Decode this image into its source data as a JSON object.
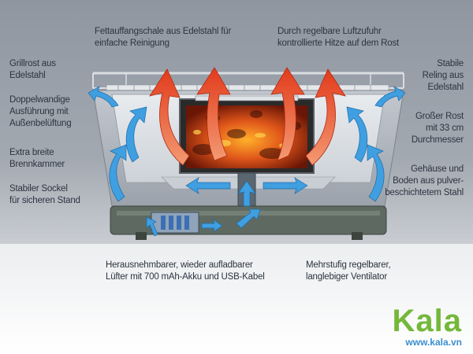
{
  "labels": {
    "grillrost": [
      "Grillrost aus",
      "Edelstahl"
    ],
    "doppelwandige": [
      "Doppelwandige",
      "Ausführung mit",
      "Außenbelüftung"
    ],
    "brennkammer": [
      "Extra breite",
      "Brennkammer"
    ],
    "sockel": [
      "Stabiler Sockel",
      "für sicheren Stand"
    ],
    "fettauffang": [
      "Fettauffangschale aus Edelstahl für",
      "einfache Reinigung"
    ],
    "luftzufuhr": [
      "Durch regelbare Luftzufuhr",
      "kontrollierte Hitze auf dem Rost"
    ],
    "reling": [
      "Stabile",
      "Reling aus",
      "Edelstahl"
    ],
    "rost": [
      "Großer Rost",
      "mit 33 cm",
      "Durchmesser"
    ],
    "gehaeuse": [
      "Gehäuse und",
      "Boden aus pulver-",
      "beschichtetem Stahl"
    ],
    "luefter": [
      "Herausnehmbarer, wieder aufladbarer",
      "Lüfter mit 700 mAh-Akku und USB-Kabel"
    ],
    "ventilator": [
      "Mehrstufig regelbarer,",
      "langlebiger Ventilator"
    ]
  },
  "brand": {
    "name": "Kala",
    "url": "www.kala.vn",
    "name_color": "#74b83a",
    "url_color": "#3a8fd0"
  },
  "colors": {
    "background_top": "#8f96a0",
    "background_bottom": "#f2f2f2",
    "housing": "#a7aeb7",
    "base": "#5e6a61",
    "heat_arrow": "#e4482a",
    "air_arrow": "#3f9fe0",
    "fire": "#d84a14",
    "text": "#2c3440"
  },
  "icons": [
    "heat-arrow-icon",
    "air-arrow-icon",
    "fan-icon"
  ]
}
